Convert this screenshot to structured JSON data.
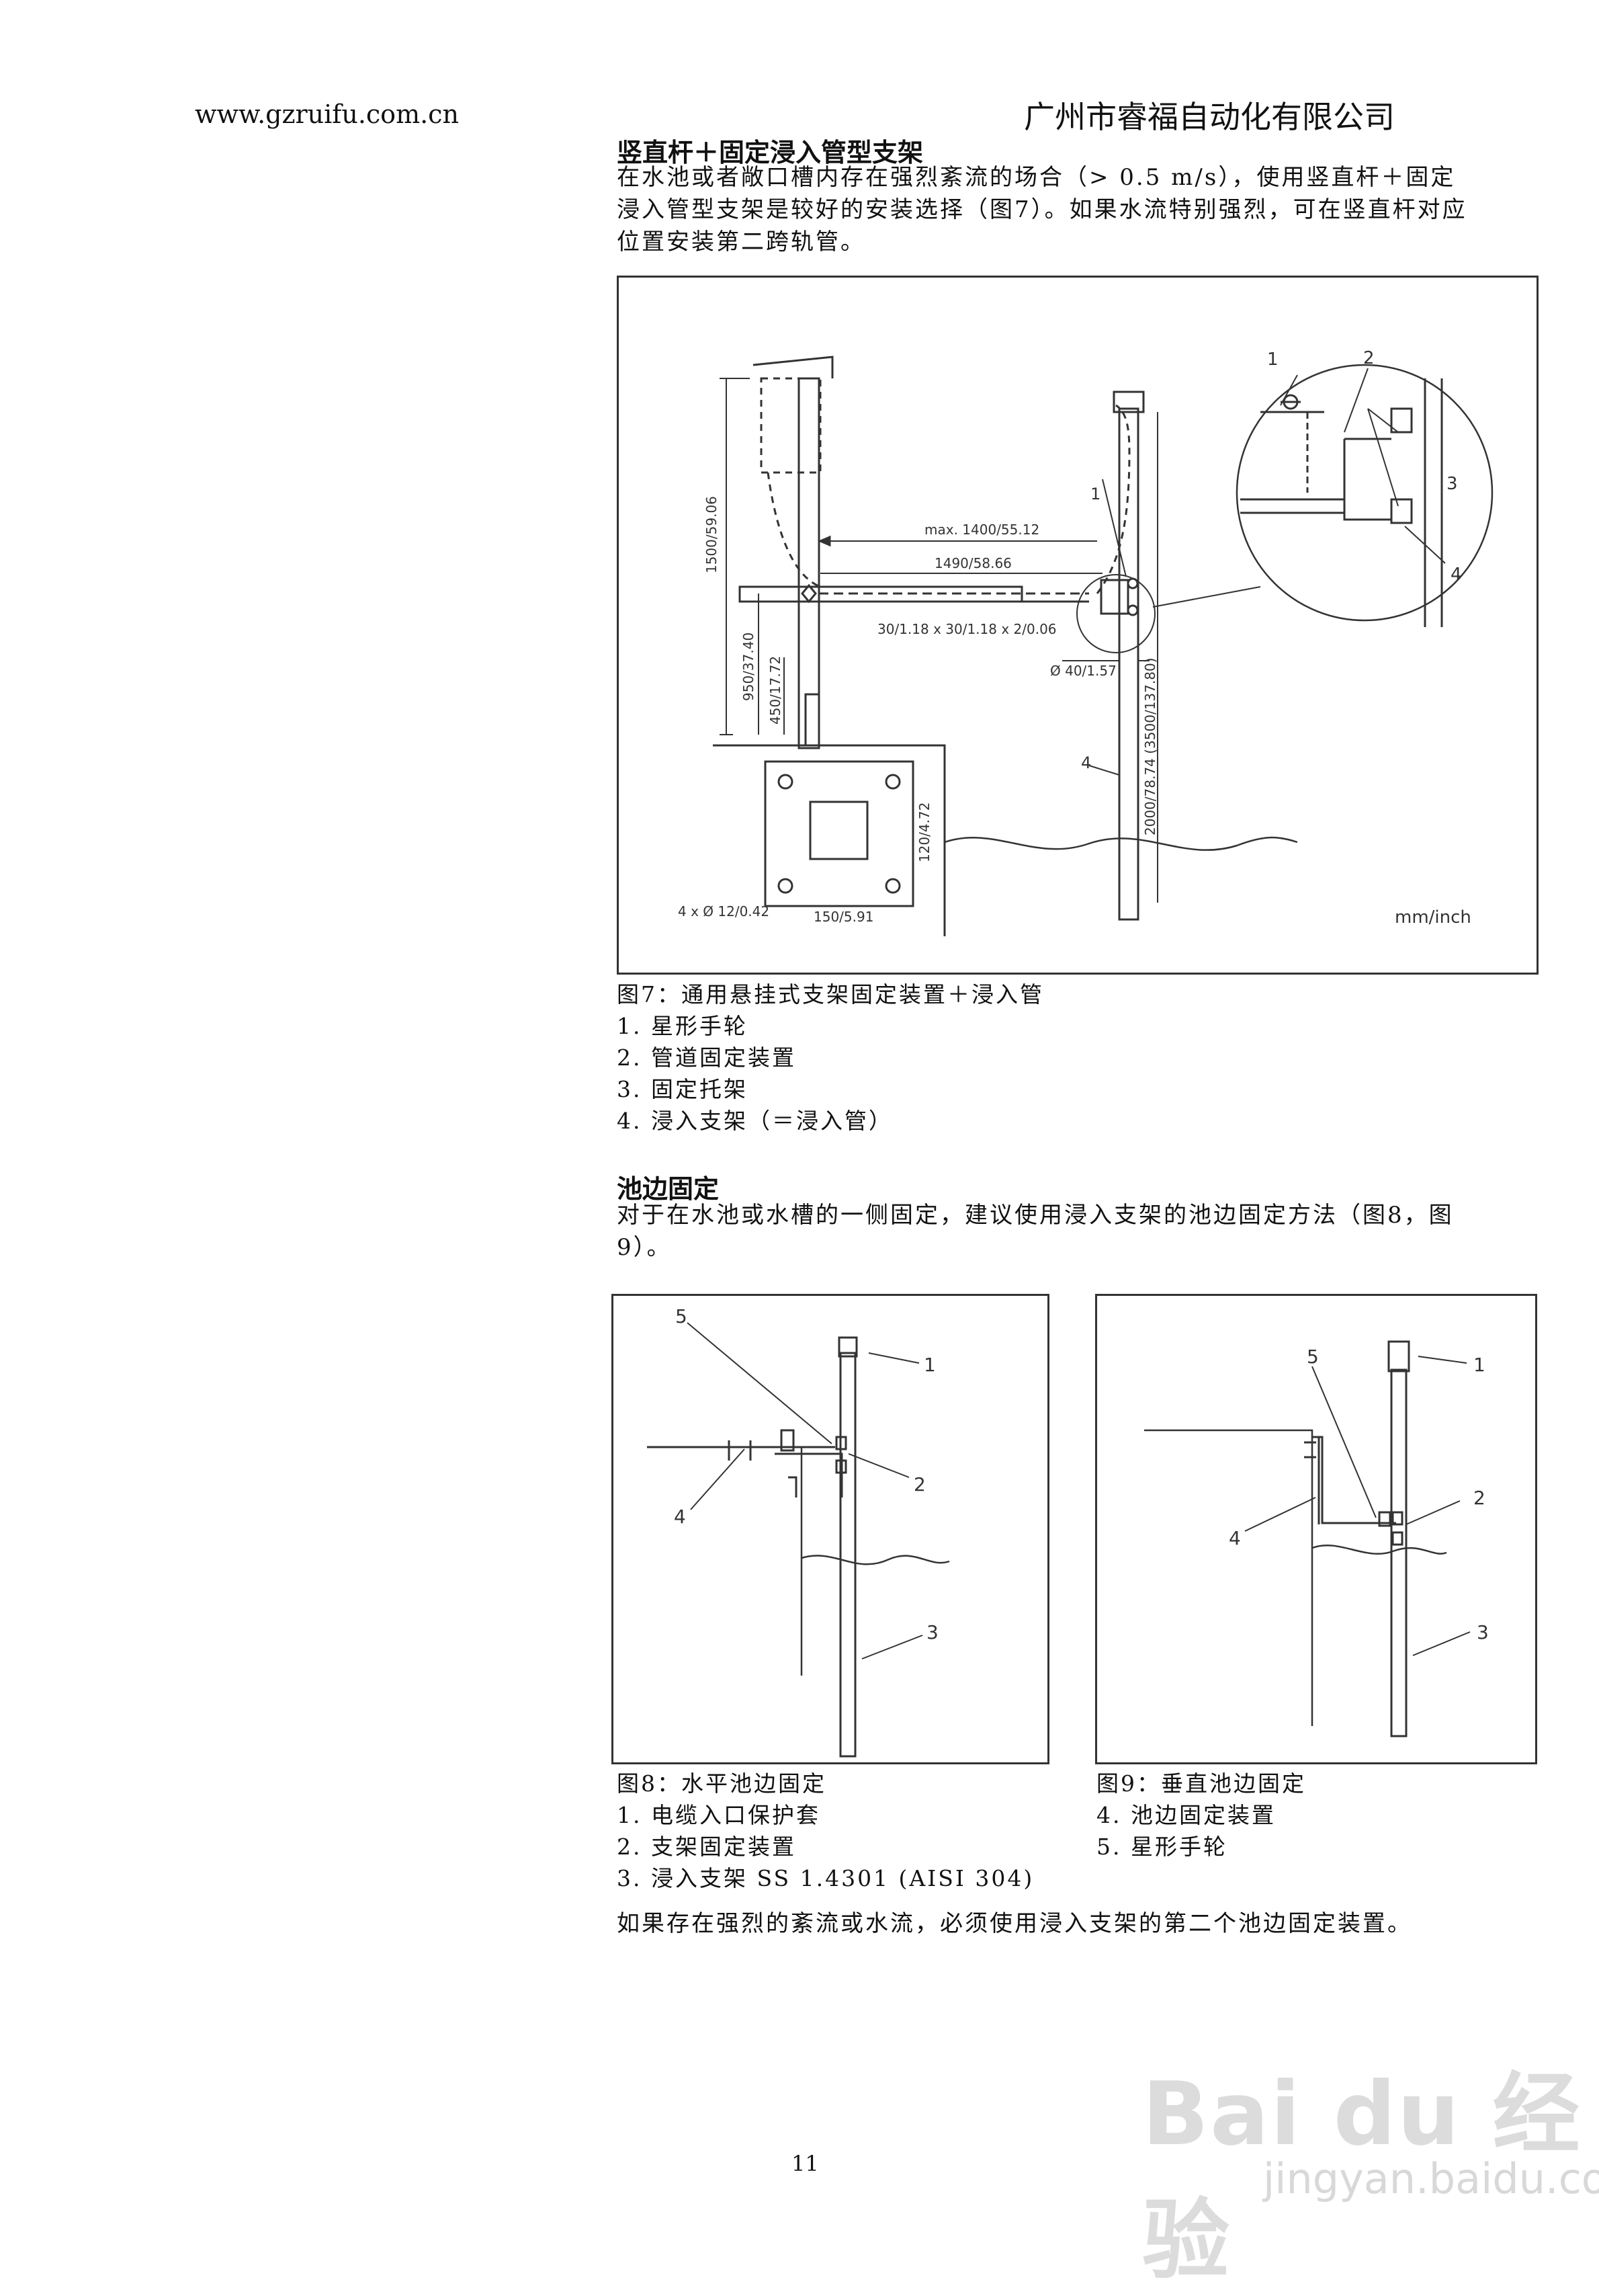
{
  "header": {
    "url": "www.gzruifu.com.cn",
    "company": "广州市睿福自动化有限公司"
  },
  "section1": {
    "title": "竖直杆＋固定浸入管型支架",
    "paragraph_lines": [
      "在水池或者敞口槽内存在强烈紊流的场合（> 0.5 m/s），使用竖直杆＋固定",
      "浸入管型支架是较好的安装选择（图7）。如果水流特别强烈，可在竖直杆对应",
      "位置安装第二跨轨管。"
    ]
  },
  "fig7": {
    "labels": {
      "n1": "1",
      "n2": "2",
      "n3": "3",
      "n4": "4",
      "n1b": "1",
      "n4b": "4",
      "dim_1500": "1500/59.06",
      "dim_max1400": "max. 1400/55.12",
      "dim_1490": "1490/58.66",
      "dim_30": "30/1.18 x 30/1.18 x 2/0.06",
      "dim_d40": "Ø 40/1.57",
      "dim_950": "950/37.40",
      "dim_450": "450/17.72",
      "dim_2000": "2000/78.74 (3500/137.80)",
      "dim_120": "120/4.72",
      "dim_4x": "4 x Ø 12/0.42",
      "dim_150": "150/5.91",
      "units": "mm/inch"
    },
    "caption": "图7：通用悬挂式支架固定装置＋浸入管",
    "legend": [
      "1. 星形手轮",
      "2. 管道固定装置",
      "3. 固定托架",
      "4. 浸入支架（＝浸入管）"
    ]
  },
  "section2": {
    "title": "池边固定",
    "paragraph_lines": [
      "对于在水池或水槽的一侧固定，建议使用浸入支架的池边固定方法（图8，图",
      "9）。"
    ]
  },
  "fig8": {
    "labels": {
      "n1": "1",
      "n2": "2",
      "n3": "3",
      "n4": "4",
      "n5": "5"
    },
    "caption": "图8：水平池边固定",
    "legend": [
      "1. 电缆入口保护套",
      "2. 支架固定装置",
      "3. 浸入支架 SS 1.4301 (AISI 304)"
    ]
  },
  "fig9": {
    "labels": {
      "n1": "1",
      "n2": "2",
      "n3": "3",
      "n4": "4",
      "n5": "5"
    },
    "caption": "图9：垂直池边固定",
    "legend": [
      "4. 池边固定装置",
      "5. 星形手轮"
    ]
  },
  "closing": "如果存在强烈的紊流或水流，必须使用浸入支架的第二个池边固定装置。",
  "page_number": "11",
  "watermark": {
    "logo_text": "Bai du 经验",
    "url": "jingyan.baidu.com"
  }
}
